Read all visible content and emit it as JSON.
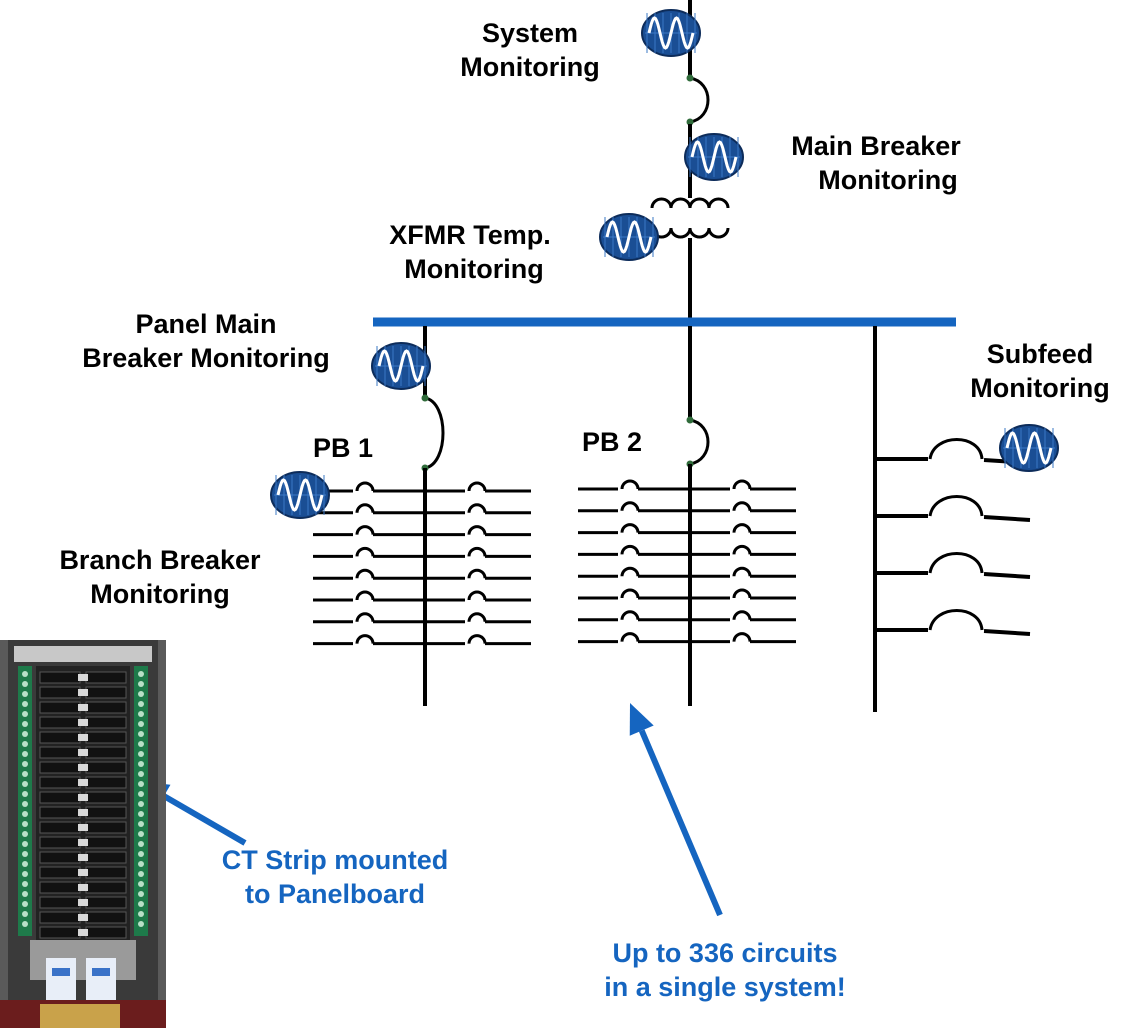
{
  "labels": {
    "system_monitoring": [
      "System",
      "Monitoring"
    ],
    "main_breaker_monitoring": [
      "Main Breaker",
      "Monitoring"
    ],
    "xfmr_temp_monitoring": [
      "XFMR Temp.",
      "Monitoring"
    ],
    "panel_main_breaker_monitoring": [
      "Panel Main",
      "Breaker Monitoring"
    ],
    "subfeed_monitoring": [
      "Subfeed",
      "Monitoring"
    ],
    "pb1": "PB 1",
    "pb2": "PB 2",
    "branch_breaker_monitoring": [
      "Branch Breaker",
      "Monitoring"
    ]
  },
  "callouts": {
    "ct_strip": [
      "CT Strip mounted",
      "to Panelboard"
    ],
    "circuits": [
      "Up to 336 circuits",
      "in a single system!"
    ]
  },
  "icons": {
    "meter": "waveform-meter-icon",
    "breaker": "breaker-arc-icon",
    "transformer": "transformer-coil-icon"
  },
  "colors": {
    "bus": "#1565C0",
    "callout": "#1565C0",
    "line": "#000000",
    "meter_bg": "#1A4E94"
  },
  "panelboards": {
    "pb1_branch_rows": 8,
    "pb2_branch_rows": 8,
    "subfeed_rows": 4
  }
}
